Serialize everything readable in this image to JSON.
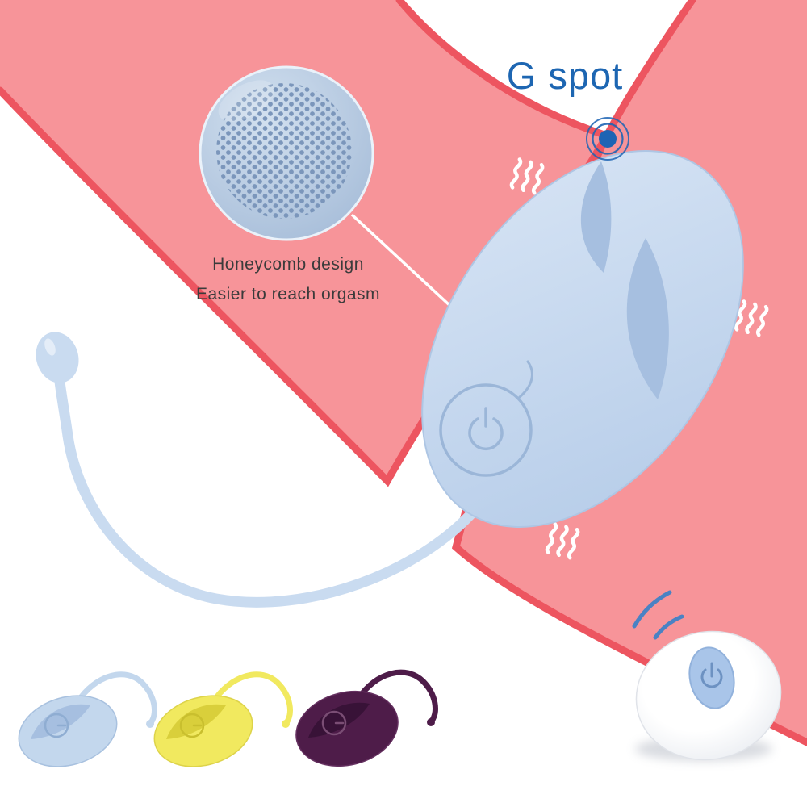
{
  "meta": {
    "description": "Product marketing graphic: wireless remote control egg vibrator with honeycomb texture, shown in three colors"
  },
  "labels": {
    "g_spot": "G spot",
    "honeycomb_line1": "Honeycomb design",
    "honeycomb_line2": "Easier to reach orgasm"
  },
  "icons": {
    "power_icon": "power symbol on egg button",
    "remote_power_icon": "power symbol on remote button",
    "g_spot_target_icon": "blue dot with concentric rings marking the G spot",
    "vibration_wave_icon": "triple wavy lines indicating vibration",
    "signal_waves_icon": "wireless signal arcs from remote",
    "honeycomb_texture_icon": "magnified dotted honeycomb surface"
  },
  "colors": {
    "background": "#ffffff",
    "pink": "#f79499",
    "outline_red": "#ed5560",
    "product_blue": "#c3d7ed",
    "product_blue_shade": "#a6bfe0",
    "product_blue_line": "#9bb6d8",
    "tail_blue": "#c9dbf0",
    "accent_blue": "#1d66b2",
    "target_blue": "#1d64b4",
    "dot_blue": "#7b96bb",
    "magnifier_fill": "#b7cbe3",
    "wave_white": "#ffffff",
    "signal_blue": "#4a82c4",
    "remote_button": "#a9c5e9",
    "remote_button_line": "#6d92c2",
    "variant_yellow": "#f1e95f",
    "variant_yellow_shade": "#d9cf3b",
    "variant_purple": "#4e1c49",
    "variant_purple_shade": "#381237",
    "caption_text": "#3b3b3b"
  },
  "variants": [
    {
      "name": "blue",
      "color": "#c3d7ed"
    },
    {
      "name": "yellow",
      "color": "#f1e95f"
    },
    {
      "name": "purple",
      "color": "#4e1c49"
    }
  ]
}
